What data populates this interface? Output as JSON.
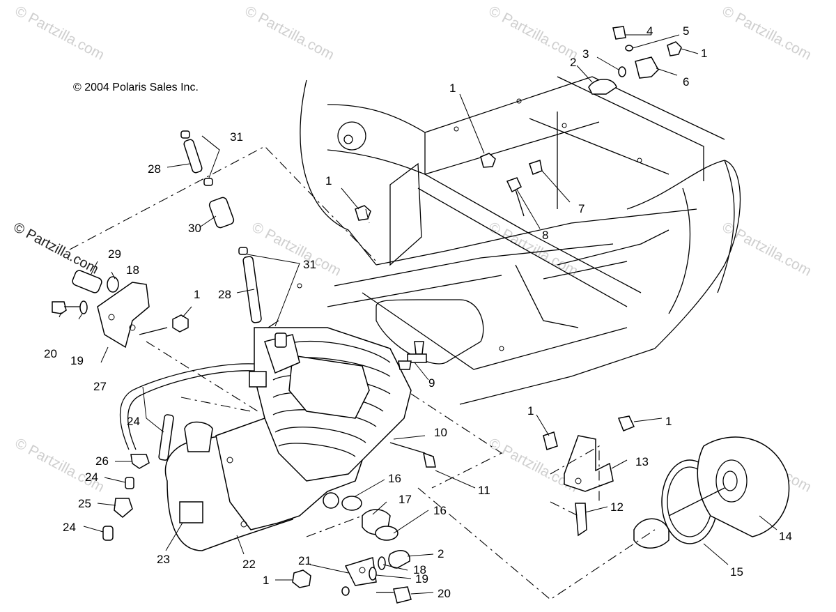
{
  "copyright": "© 2004 Polaris Sales Inc.",
  "watermark": "© Partzilla.com",
  "watermark_prominent": "© Partzilla.com",
  "callouts": [
    "1",
    "1",
    "1",
    "1",
    "1",
    "1",
    "1",
    "2",
    "2",
    "3",
    "4",
    "5",
    "6",
    "7",
    "8",
    "9",
    "10",
    "11",
    "12",
    "13",
    "14",
    "15",
    "16",
    "16",
    "17",
    "18",
    "18",
    "19",
    "19",
    "20",
    "20",
    "21",
    "22",
    "23",
    "24",
    "24",
    "24",
    "25",
    "26",
    "27",
    "28",
    "28",
    "29",
    "30",
    "31",
    "31"
  ]
}
